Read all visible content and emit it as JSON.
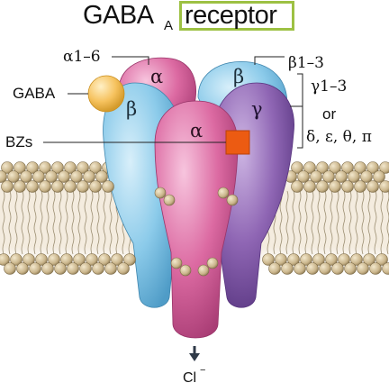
{
  "title": {
    "main": "GABA",
    "subscript": "A",
    "boxed_word": "receptor",
    "box_color": "#9dc143"
  },
  "subunits": {
    "alpha_back": "α",
    "beta_back": "β",
    "beta_front": "β",
    "alpha_front": "α",
    "gamma": "γ"
  },
  "labels": {
    "alpha_family": "α1–6",
    "beta_family": "β1–3",
    "gaba": "GABA",
    "bzs": "BZs",
    "gamma_family_line1": "γ1–3",
    "gamma_family_line2": "or",
    "gamma_family_line3": "δ, ε, θ, π",
    "ion": "Cl",
    "ion_charge": "−"
  },
  "colors": {
    "alpha": "#d9679f",
    "beta": "#7fc4e6",
    "gamma": "#8d62b0",
    "gaba_ligand": "#f6c25e",
    "bz_site": "#ec5b12",
    "lipid_head": "#c9b48a"
  }
}
